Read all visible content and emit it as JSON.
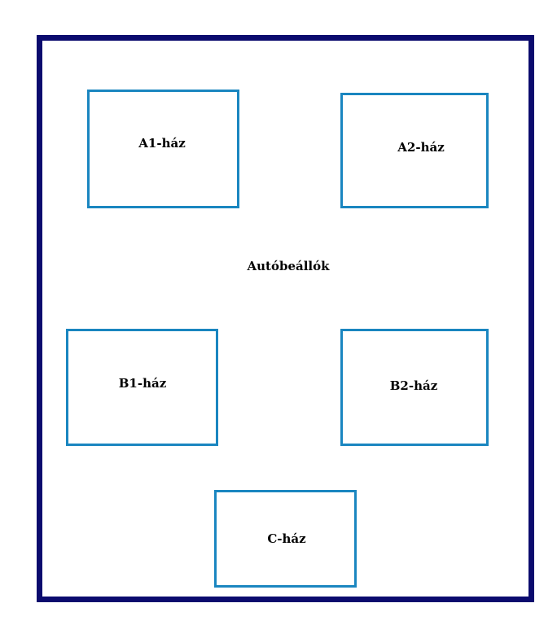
{
  "colors": {
    "site_border": "#0b0b6e",
    "building_border": "#1a86c0"
  },
  "buildings": [
    {
      "id": "a1",
      "label": "A1-ház"
    },
    {
      "id": "a2",
      "label": "A2-ház"
    },
    {
      "id": "b1",
      "label": "B1-ház"
    },
    {
      "id": "b2",
      "label": "B2-ház"
    },
    {
      "id": "c",
      "label": "C-ház"
    }
  ],
  "parking_label": "Autóbeállók"
}
